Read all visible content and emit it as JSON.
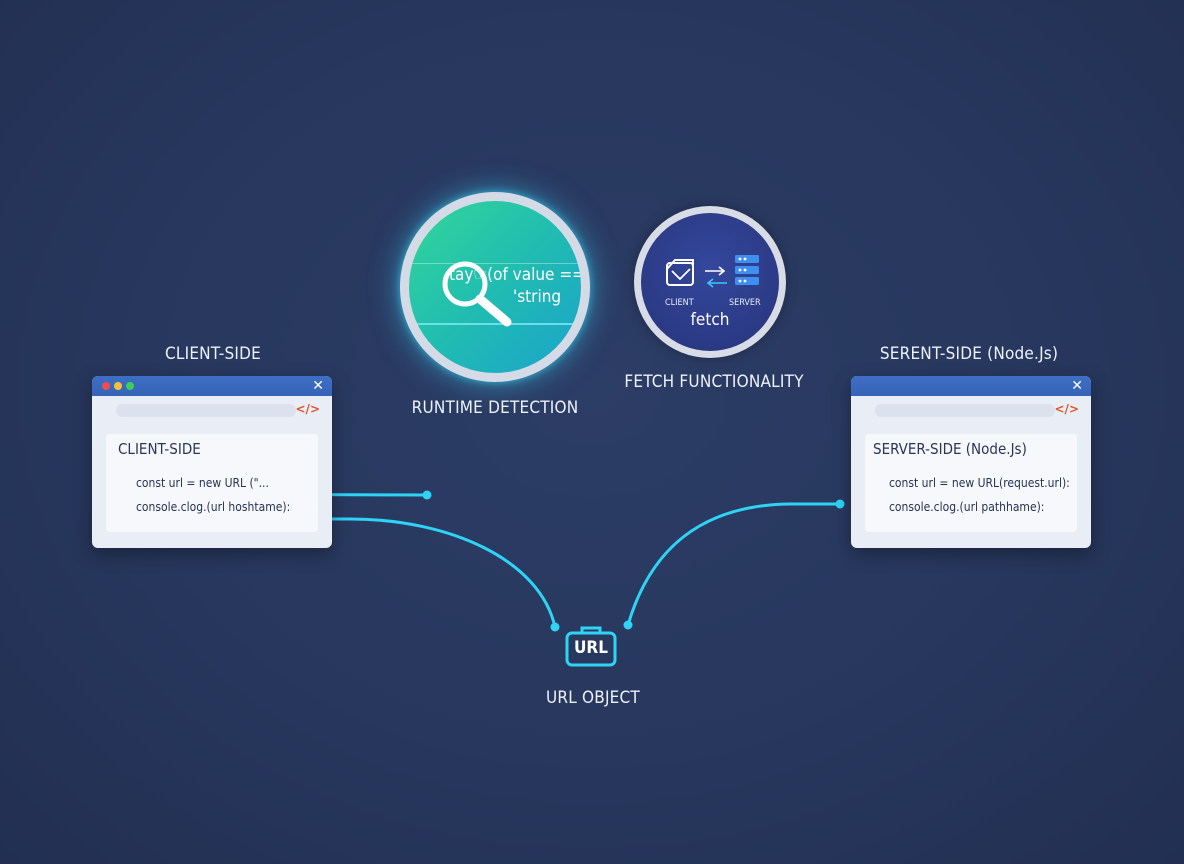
{
  "client": {
    "heading": "CLIENT-SIDE",
    "panel_title": "CLIENT-SIDE",
    "code_line1": "const url = new URL (\"...",
    "code_line2": "console.clog.(url hoshtame):"
  },
  "server": {
    "heading": "SERENT-SIDE (Node.Js)",
    "panel_title": "SERVER-SIDE (Node.Js)",
    "code_line1": "const url = new URL(request.url):",
    "code_line2": "console.clog.(url pathhame):"
  },
  "runtime": {
    "code_line1": "tay☞(of value ==",
    "code_line2": "'string",
    "label": "RUNTIME DETECTION"
  },
  "fetch": {
    "client_label": "CLIENT",
    "server_label": "SERVER",
    "fetch_text": "fetch",
    "label": "FETCH FUNCTIONALITY"
  },
  "url_object": {
    "icon_text": "URL",
    "label": "URL OBJECT"
  },
  "colors": {
    "background": "#27375d",
    "connector": "#2fd3f5",
    "window_bar": "#3a69be",
    "runtime_gradient": [
      "#2fd39a",
      "#1fa9c9"
    ],
    "fetch_fill": "#2d3f8c"
  },
  "icons": [
    "close-icon",
    "devtools-icon",
    "magnifier-icon",
    "browser-icon",
    "server-rack-icon",
    "briefcase-icon"
  ]
}
